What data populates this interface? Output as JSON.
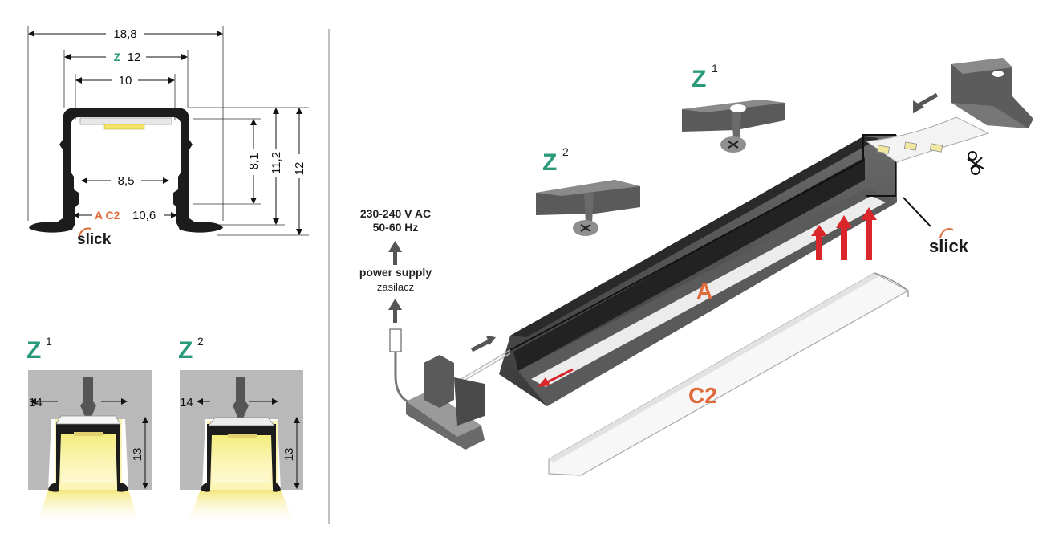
{
  "colors": {
    "teal": "#2a9a7a",
    "orange": "#e06a3a",
    "profile_dark": "#1c1c1c",
    "cutout_grey": "#b8b8b8",
    "led_yellow": "#f3e56a",
    "arrow_red": "#d8262b"
  },
  "cross_section": {
    "dims": {
      "overall_width": "18,8",
      "z_width_letter": "Z",
      "z_width": "12",
      "inner_top_width": "10",
      "inner_bottom_width": "8,5",
      "flange_gap": "10,6",
      "height_inner": "8,1",
      "height_mid": "11,2",
      "height_total": "12"
    },
    "slot_label": "A C2",
    "brand": "slick"
  },
  "mount_views": [
    {
      "letter": "Z",
      "sup": "1",
      "width_dim": "14",
      "height_dim": "13"
    },
    {
      "letter": "Z",
      "sup": "2",
      "width_dim": "14",
      "height_dim": "13"
    }
  ],
  "assembly": {
    "z1_letter": "Z",
    "z1_sup": "1",
    "z2_letter": "Z",
    "z2_sup": "2",
    "power_line1": "230-240 V AC",
    "power_line2": "50-60 Hz",
    "power_supply": "power supply",
    "power_supply_pl": "zasilacz",
    "label_a": "A",
    "label_c2": "C2",
    "brand": "slick",
    "scissors_icon": "scissors-icon"
  }
}
